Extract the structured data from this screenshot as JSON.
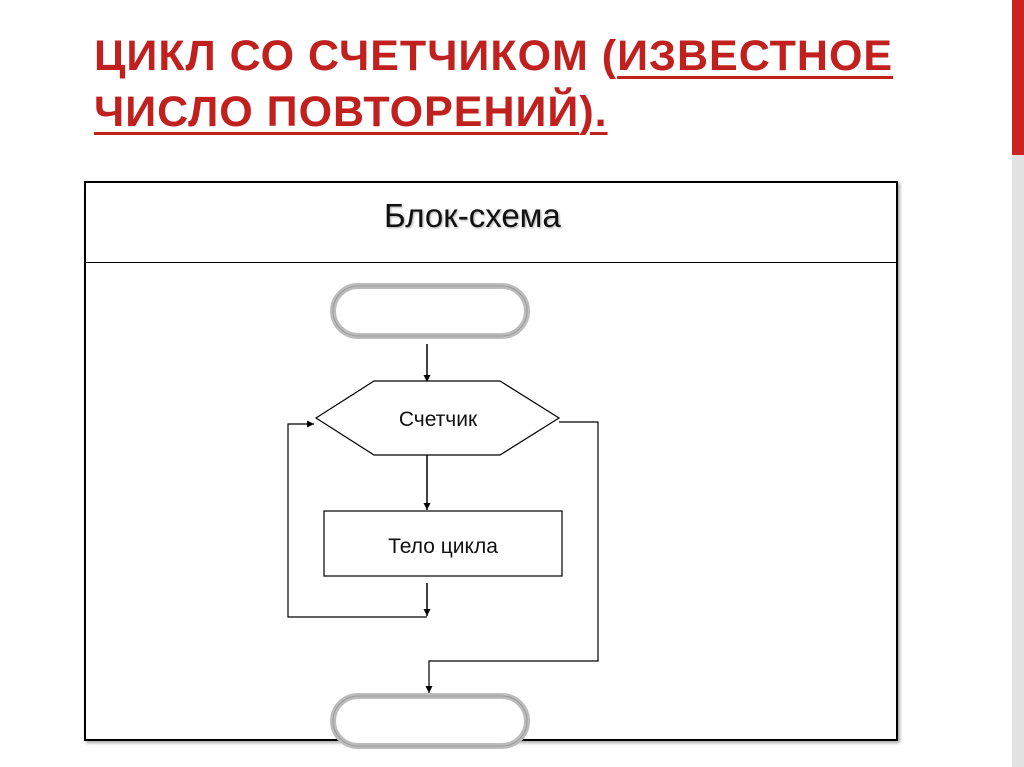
{
  "slide": {
    "title_part1": "Цикл со счетчиком (",
    "title_part2": "известное число повторений",
    "title_part3": ").",
    "title_color": "#c0201e",
    "accent_bar_color": "#cc2222"
  },
  "diagram": {
    "header": "Блок-схема",
    "counter_label": "Счетчик",
    "body_label": "Тело цикла",
    "start_terminal_label": "",
    "end_terminal_label": ""
  }
}
